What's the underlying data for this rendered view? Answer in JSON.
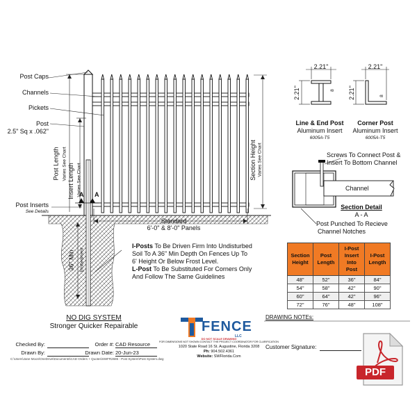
{
  "labels": {
    "post_caps": "Post Caps",
    "channels": "Channels",
    "pickets": "Pickets",
    "post": "Post",
    "post_size": "2.5\" Sq x .062\"",
    "post_length": "Post Length",
    "post_length_sub": "Varies See Chart",
    "insert_length": "Insert Length",
    "insert_length_sub": "Varies See Chart",
    "post_inserts": "Post Inserts",
    "see_details": "See Details",
    "section_height": "Section Height",
    "section_height_sub": "Varies See Chart",
    "standard": "Standard",
    "panels": "6'-0\" & 8'-0\" Panels",
    "embed": "36\" Min",
    "embed_sub": "Embedment",
    "cut_a": "A"
  },
  "notes": {
    "line1_bold": "I-Posts",
    "line1_rest": " To Be Driven Firm Into Undisturbed",
    "line2": "Soil To A 36\" Min Depth On Fences Up To",
    "line3": "6' Height Or Below Frost Level.",
    "line4_bold": "L-Post",
    "line4_rest": " To Be Substituted For Corners Only",
    "line5": "And Follow The Same Guidelines"
  },
  "profiles": {
    "dim": "2.21\"",
    "dim_small": "8",
    "line_end_title": "Line & End Post",
    "line_end_sub": "Aluminum Insert",
    "line_end_alloy": "6005A-T5",
    "corner_title": "Corner Post",
    "corner_sub": "Aluminum Insert",
    "corner_alloy": "6005A-T5"
  },
  "section_detail": {
    "screws": "Screws To Connect Post &",
    "screws2": "Insert To Bottom Channel",
    "channel": "Channel",
    "title": "Section Detail",
    "subtitle": "A - A",
    "punched": "Post Punched To Recieve",
    "punched2": "Channel Notches"
  },
  "chart": {
    "headers": [
      "Section Height",
      "Post Length",
      "I-Post Insert Into Post",
      "I-Post Length"
    ],
    "rows": [
      [
        "48\"",
        "52\"",
        "36\"",
        "84\""
      ],
      [
        "54\"",
        "58\"",
        "42\"",
        "90\""
      ],
      [
        "60\"",
        "64\"",
        "42\"",
        "96\""
      ],
      [
        "72\"",
        "76\"",
        "48\"",
        "108\""
      ]
    ]
  },
  "system": {
    "title": "NO DIG SYSTEM",
    "subtitle": "Stronger Quicker Repairable"
  },
  "logo": {
    "name": "FENCE",
    "llc": "LLC",
    "disclaimer": "DO NOT SCALE DRAWING",
    "disclaimer2": "FOR DIMENSIONS NOT SHOWN CONTACT THE PROJECT COORDINATOR FOR CLARIFICATION",
    "address": "1020 State Road 16 St. Augustine, Florida 3208",
    "phone_label": "Ph:",
    "phone": "904.502.4361",
    "web_label": "Website:",
    "web": "SWFlorida.Com"
  },
  "title_block": {
    "drawing_notes": "DRAWING NOTEs:",
    "checked_by": "Checked By:",
    "drawn_by": "Drawn By:",
    "order": "Order #:",
    "order_value": "CAD Resource",
    "drawn_date": "Drawn Date:",
    "drawn_date_value": "20-Jun-23",
    "customer_signature": "Customer Signature:",
    "path": "C:\\Users\\Jane Moon\\OneDrive\\Documents\\CAD Orders + Quotes\\SWFR2685 - Post System\\Post System.dwg"
  },
  "pdf": {
    "label": "PDF"
  },
  "colors": {
    "accent": "#f07a24",
    "pdf_red": "#c8262b",
    "logo_blue": "#1f5a9e"
  }
}
